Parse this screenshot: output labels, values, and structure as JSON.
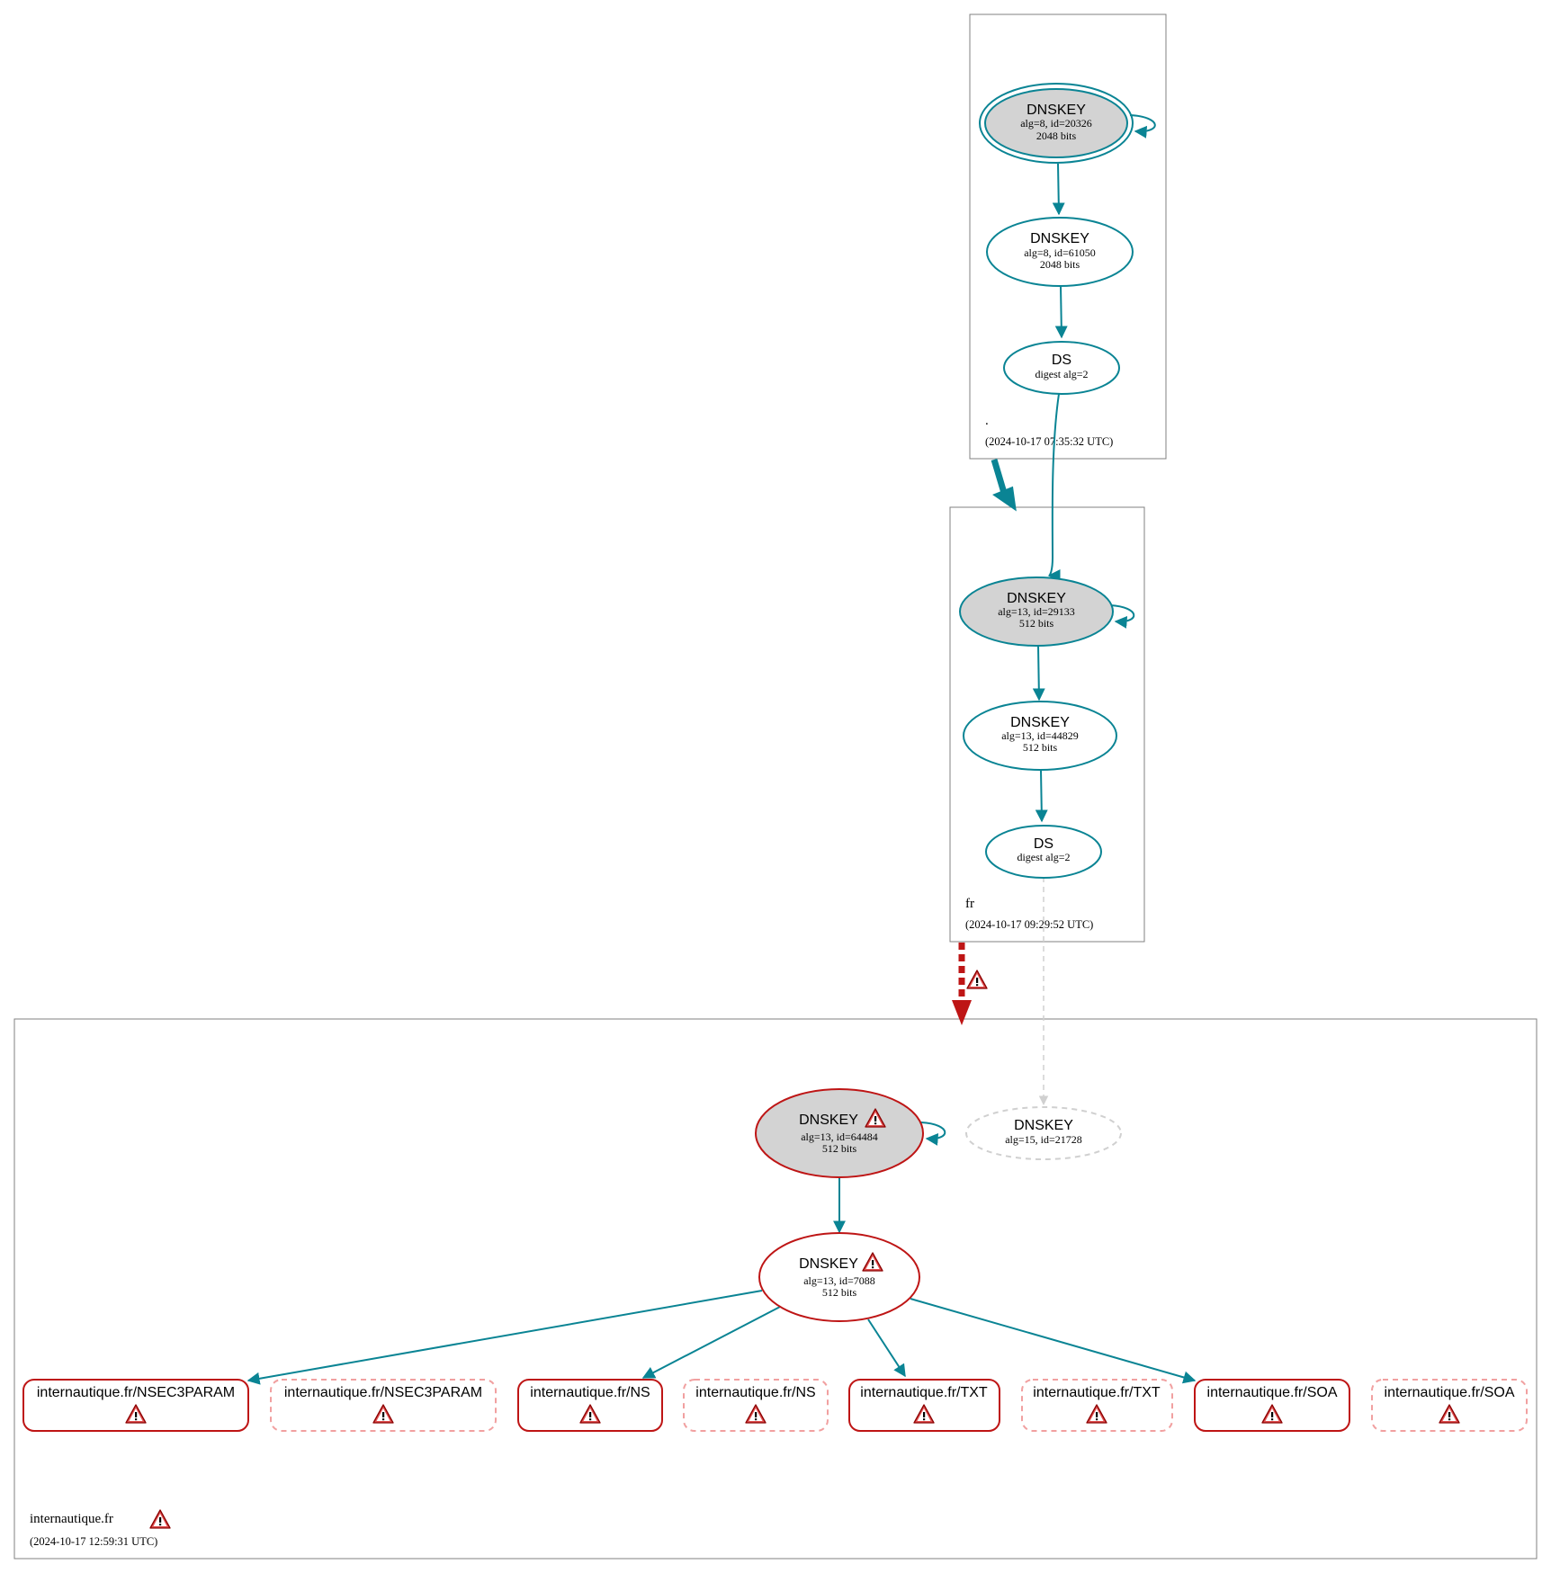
{
  "colors": {
    "valid": "#0a8494",
    "error": "#be1515",
    "error_faded": "#f1a0a0",
    "insecure": "#d0d0d0",
    "ksk_fill": "#d3d3d3",
    "zone_border": "#808080"
  },
  "zones": {
    "root": {
      "label": ".",
      "timestamp": "(2024-10-17 07:35:32 UTC)"
    },
    "fr": {
      "label": "fr",
      "timestamp": "(2024-10-17 09:29:52 UTC)"
    },
    "internautique": {
      "label": "internautique.fr",
      "timestamp": "(2024-10-17 12:59:31 UTC)",
      "warning": true
    }
  },
  "nodes": {
    "root_ksk": {
      "title": "DNSKEY",
      "line1": "alg=8, id=20326",
      "line2": "2048 bits"
    },
    "root_zsk": {
      "title": "DNSKEY",
      "line1": "alg=8, id=61050",
      "line2": "2048 bits"
    },
    "root_ds": {
      "title": "DS",
      "line1": "digest alg=2"
    },
    "fr_ksk": {
      "title": "DNSKEY",
      "line1": "alg=13, id=29133",
      "line2": "512 bits"
    },
    "fr_zsk": {
      "title": "DNSKEY",
      "line1": "alg=13, id=44829",
      "line2": "512 bits"
    },
    "fr_ds": {
      "title": "DS",
      "line1": "digest alg=2"
    },
    "int_ksk": {
      "title": "DNSKEY",
      "line1": "alg=13, id=64484",
      "line2": "512 bits",
      "warning": true
    },
    "int_missing_key": {
      "title": "DNSKEY",
      "line1": "alg=15, id=21728"
    },
    "int_zsk": {
      "title": "DNSKEY",
      "line1": "alg=13, id=7088",
      "line2": "512 bits",
      "warning": true
    }
  },
  "rrsets": [
    {
      "label": "internautique.fr/NSEC3PARAM",
      "style": "solid",
      "warning": true
    },
    {
      "label": "internautique.fr/NSEC3PARAM",
      "style": "dashed",
      "warning": true
    },
    {
      "label": "internautique.fr/NS",
      "style": "solid",
      "warning": true
    },
    {
      "label": "internautique.fr/NS",
      "style": "dashed",
      "warning": true
    },
    {
      "label": "internautique.fr/TXT",
      "style": "solid",
      "warning": true
    },
    {
      "label": "internautique.fr/TXT",
      "style": "dashed",
      "warning": true
    },
    {
      "label": "internautique.fr/SOA",
      "style": "solid",
      "warning": true
    },
    {
      "label": "internautique.fr/SOA",
      "style": "dashed",
      "warning": true
    }
  ],
  "delegations": {
    "root_to_fr": {
      "status": "secure"
    },
    "fr_to_internautique": {
      "status": "bogus",
      "warning": true
    }
  }
}
